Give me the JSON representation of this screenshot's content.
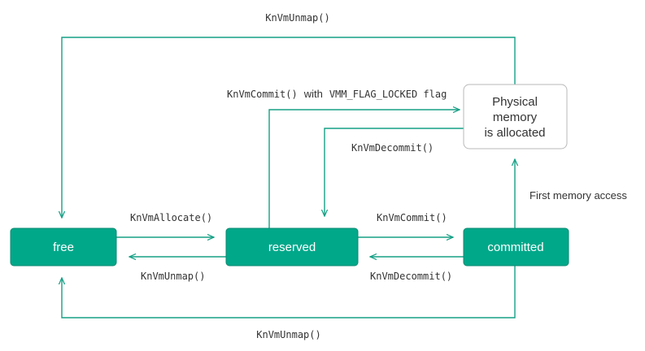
{
  "colors": {
    "state_fill": "#00a88a",
    "state_stroke": "#0b8a71",
    "arrow": "#16a085",
    "text": "#333333",
    "physical_stroke": "#b9b9b9"
  },
  "states": {
    "free": "free",
    "reserved": "reserved",
    "committed": "committed",
    "physical": [
      "Physical",
      "memory",
      "is allocated"
    ]
  },
  "transitions": {
    "top_unmap": "KnVmUnmap()",
    "commit_locked_fn": "KnVmCommit()",
    "commit_locked_with": "with",
    "commit_locked_flag": "VMM_FLAG_LOCKED flag",
    "decommit_physical": "KnVmDecommit()",
    "allocate": "KnVmAllocate()",
    "unmap_reserved": "KnVmUnmap()",
    "commit": "KnVmCommit()",
    "decommit": "KnVmDecommit()",
    "first_access": "First memory access",
    "bottom_unmap": "KnVmUnmap()"
  }
}
